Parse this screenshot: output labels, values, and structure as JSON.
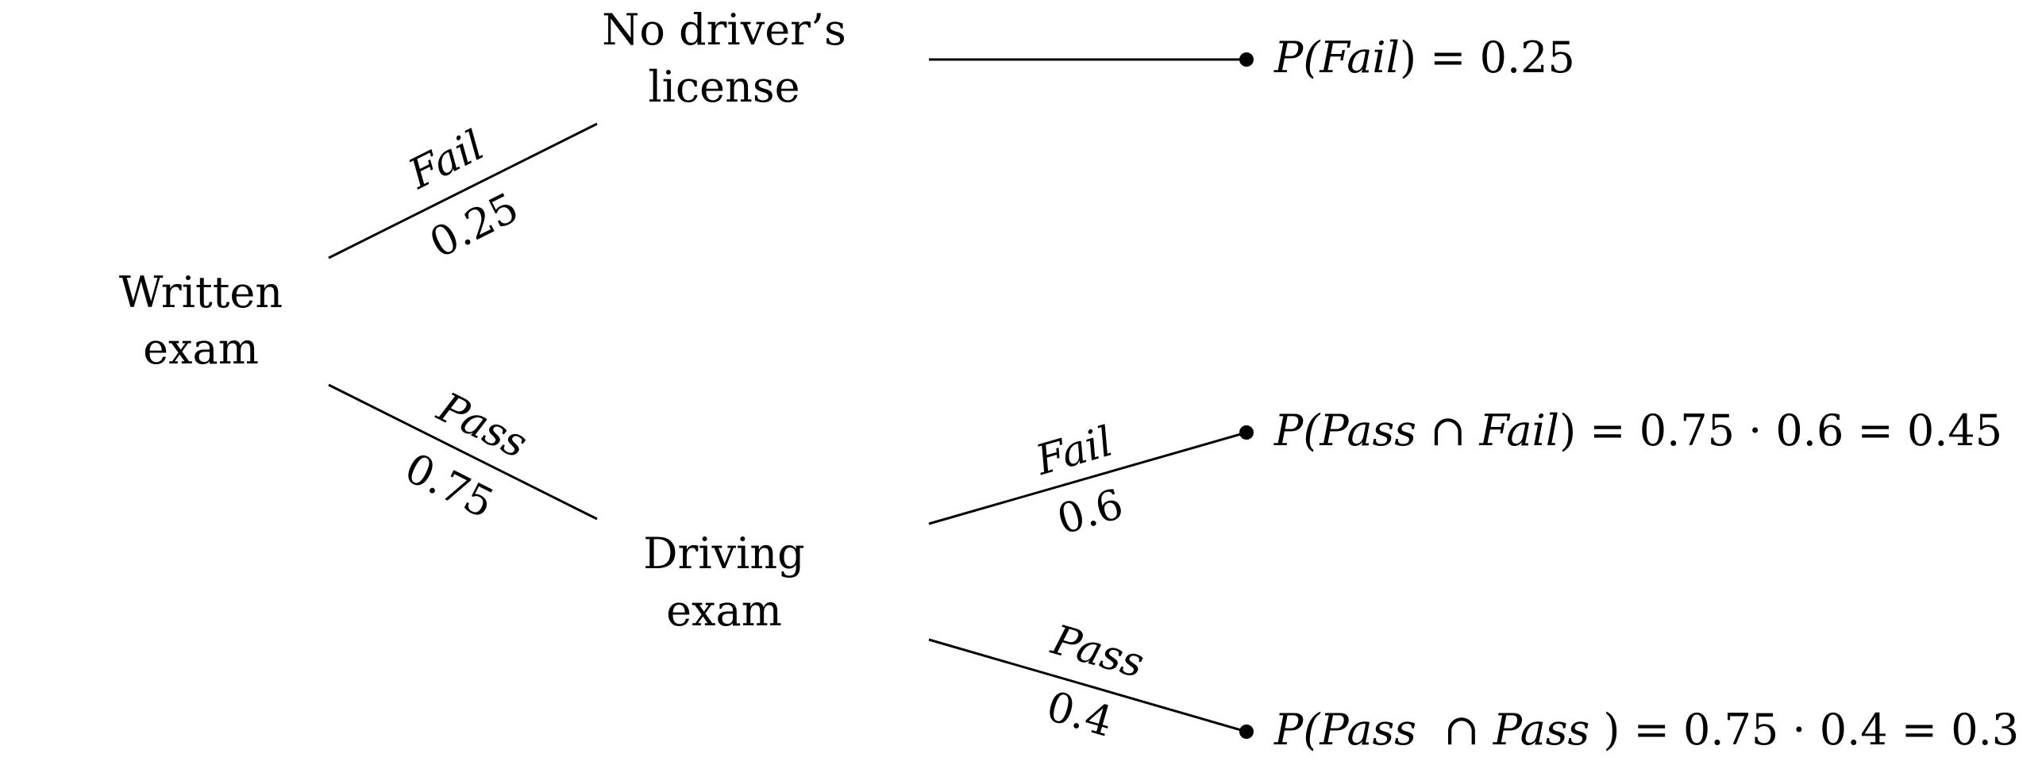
{
  "nodes": {
    "root": {
      "line1": "Written",
      "line2": "exam"
    },
    "fail_node": {
      "line1": "No driver’s",
      "line2": "license"
    },
    "pass_node": {
      "line1": "Driving",
      "line2": "exam"
    }
  },
  "edges": {
    "root_fail": {
      "event": "Fail",
      "prob": "0.25"
    },
    "root_pass": {
      "event": "Pass",
      "prob": "0.75"
    },
    "drive_fail": {
      "event": "Fail",
      "prob": "0.6"
    },
    "drive_pass": {
      "event": "Pass",
      "prob": "0.4"
    }
  },
  "results": {
    "r1": {
      "p": "P(",
      "ev": "Fail",
      "rest": ") = 0.25"
    },
    "r2": {
      "p": "P(",
      "ev1": "Pass",
      "cap": " ∩ ",
      "ev2": "Fail",
      "rest": ") = 0.75 · 0.6 = 0.45"
    },
    "r3": {
      "p": "P(",
      "ev1": "Pass",
      "cap": "  ∩ ",
      "ev2": "Pass",
      "rest": " ) = 0.75 · 0.4 = 0.3"
    }
  }
}
